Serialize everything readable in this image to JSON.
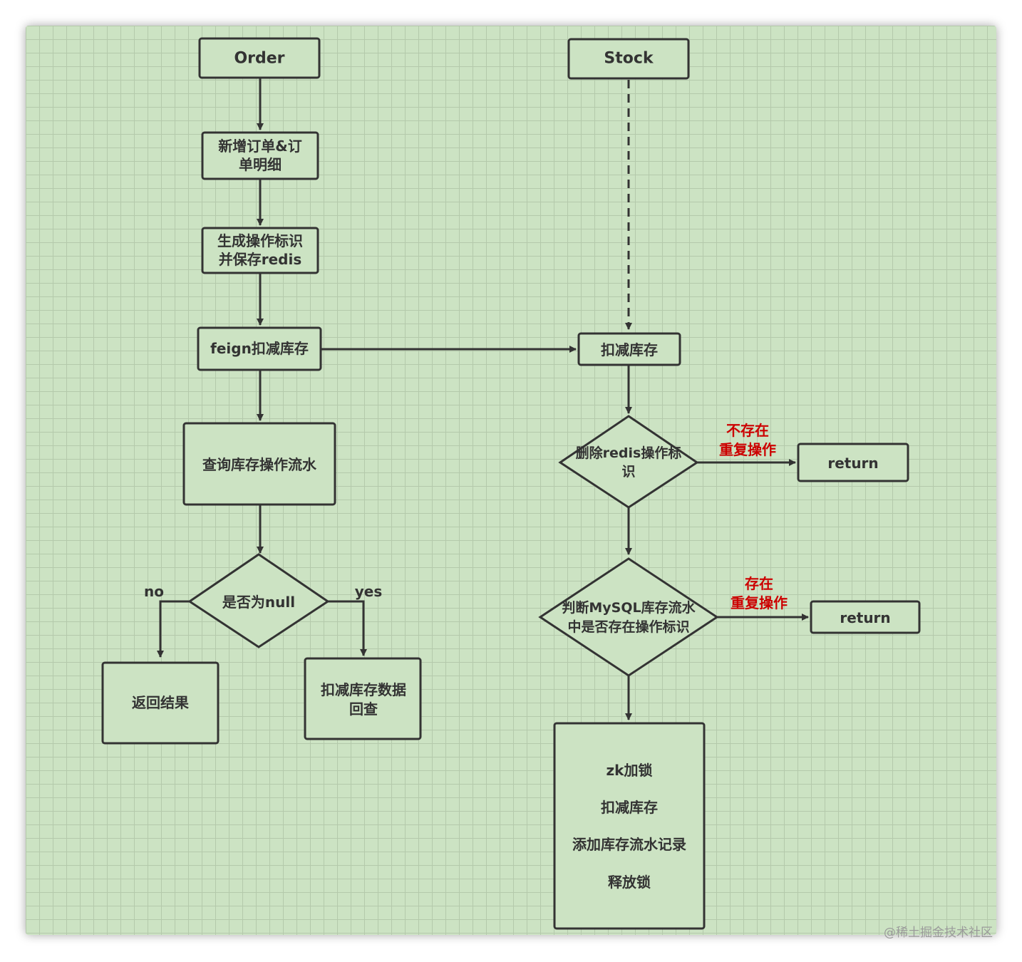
{
  "diagram": {
    "nodes": {
      "order": [
        "Order"
      ],
      "new_order": [
        "新增订单&订",
        "单明细"
      ],
      "gen_token": [
        "生成操作标识",
        "并保存redis"
      ],
      "feign_deduct": [
        "feign扣减库存"
      ],
      "query_flow": [
        "查询库存操作流水"
      ],
      "is_null": [
        "是否为null"
      ],
      "return_result": [
        "返回结果"
      ],
      "deduct_query_back": [
        "扣减库存数据",
        "回查"
      ],
      "stock": [
        "Stock"
      ],
      "stock_deduct": [
        "扣减库存"
      ],
      "delete_token": [
        "删除redis操作标",
        "识"
      ],
      "return_1": [
        "return"
      ],
      "check_mysql": [
        "判断MySQL库存流水",
        "中是否存在操作标识"
      ],
      "return_2": [
        "return"
      ],
      "final_steps": [
        "zk加锁",
        "扣减库存",
        "添加库存流水记录",
        "释放锁"
      ]
    },
    "edge_labels": {
      "no": "no",
      "yes": "yes",
      "not_exist": [
        "不存在",
        "重复操作"
      ],
      "exist": [
        "存在",
        "重复操作"
      ]
    }
  },
  "watermark": "@稀土掘金技术社区",
  "colors": {
    "background": "#cce3c3",
    "grid": "#b4c9ab",
    "stroke": "#333333",
    "highlight_text": "#cc0000"
  }
}
